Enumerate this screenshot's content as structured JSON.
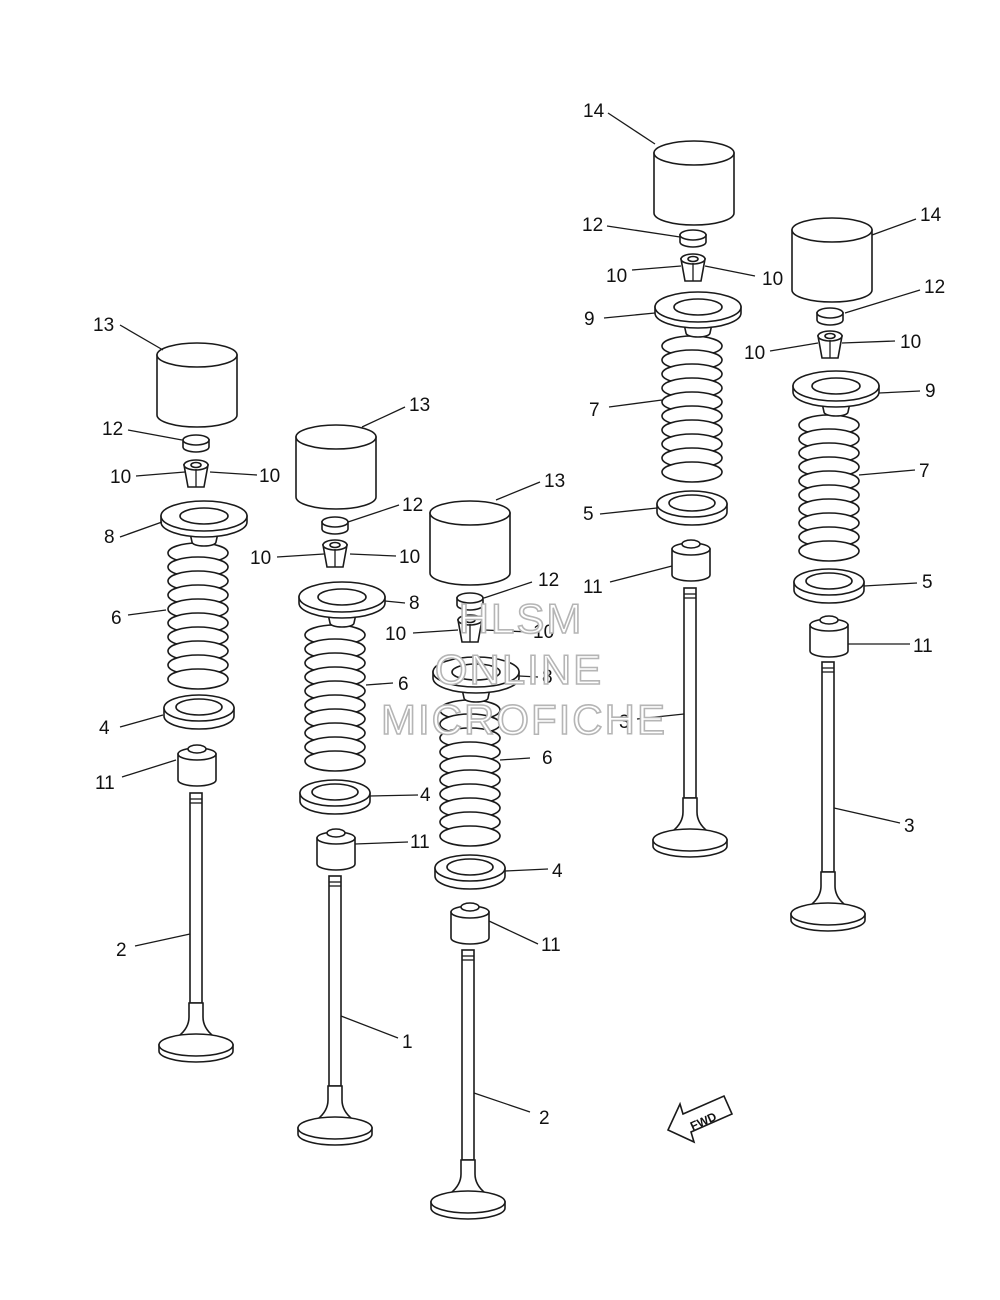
{
  "diagram": {
    "callouts": {
      "c1": "1",
      "c2a": "2",
      "c2b": "2",
      "c3a": "3",
      "c3b": "3",
      "c4a": "4",
      "c4b": "4",
      "c4c": "4",
      "c5a": "5",
      "c5b": "5",
      "c6a": "6",
      "c6b": "6",
      "c6c": "6",
      "c7a": "7",
      "c7b": "7",
      "c8a": "8",
      "c8b": "8",
      "c8c": "8",
      "c9a": "9",
      "c9b": "9",
      "c10a": "10",
      "c10b": "10",
      "c10c": "10",
      "c10d": "10",
      "c10e": "10",
      "c10f": "10",
      "c10g": "10",
      "c10h": "10",
      "c10i": "10",
      "c10j": "10",
      "c11a": "11",
      "c11b": "11",
      "c11c": "11",
      "c11d": "11",
      "c11e": "11",
      "c12a": "12",
      "c12b": "12",
      "c12c": "12",
      "c12d": "12",
      "c12e": "12",
      "c13a": "13",
      "c13b": "13",
      "c13c": "13",
      "c14a": "14",
      "c14b": "14"
    },
    "fwd_label": "FWD",
    "watermark": {
      "line1": "HLSM",
      "line2": "ONLINE",
      "line3": "MICROFICHE"
    }
  }
}
